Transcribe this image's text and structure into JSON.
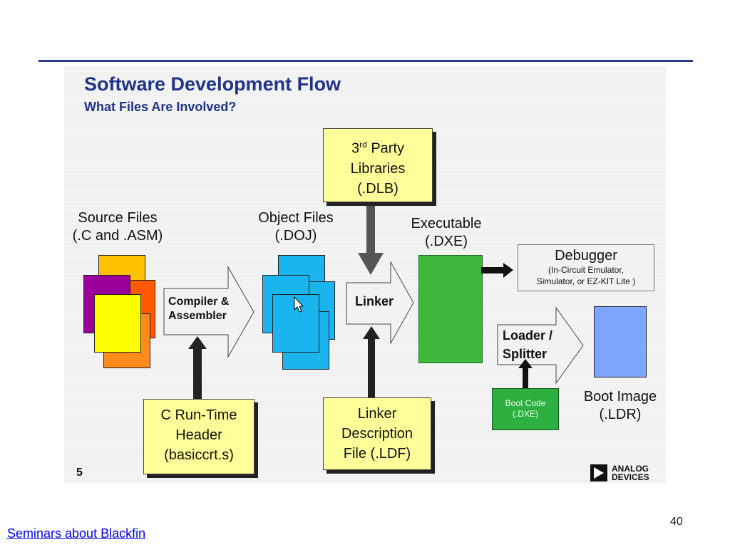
{
  "slide": {
    "title": "Software Development Flow",
    "subtitle": "What Files Are Involved?",
    "slide_number": "5",
    "page_number": "40",
    "footer_link": "Seminars about Blackfin",
    "logo_lines": [
      "ANALOG",
      "DEVICES"
    ]
  },
  "diagram": {
    "source_files": [
      "Source Files",
      "(.C and .ASM)"
    ],
    "object_files": [
      "Object Files",
      "(.DOJ)"
    ],
    "executable": [
      "Executable",
      "(.DXE)"
    ],
    "third_party": {
      "line1_main": "3",
      "line1_sup": "rd",
      "line1_rest": " Party",
      "line2": "Libraries",
      "line3": "(.DLB)"
    },
    "compiler_arrow": [
      "Compiler &",
      "Assembler"
    ],
    "linker_arrow": "Linker",
    "loader_arrow": [
      "Loader /",
      "Splitter"
    ],
    "runtime_header": [
      "C Run-Time",
      "Header",
      "(basiccrt.s)"
    ],
    "linker_desc": [
      "Linker",
      "Description",
      "File (.LDF)"
    ],
    "debugger": {
      "title": "Debugger",
      "line1": "(In-Circuit Emulator,",
      "line2": "Simulator, or EZ-KIT Lite )"
    },
    "boot_code": [
      "Boot Code",
      "(.DXE)"
    ],
    "boot_image": [
      "Boot Image",
      "(.LDR)"
    ]
  },
  "colors": {
    "title": "#1f3488",
    "rule": "#2a3a8c",
    "yellow_box": "#ffff99",
    "executable_green": "#3db83d",
    "boot_image_blue": "#7fa6ff",
    "object_file_cyan": "#1ab4ee",
    "link": "#0000ee"
  }
}
